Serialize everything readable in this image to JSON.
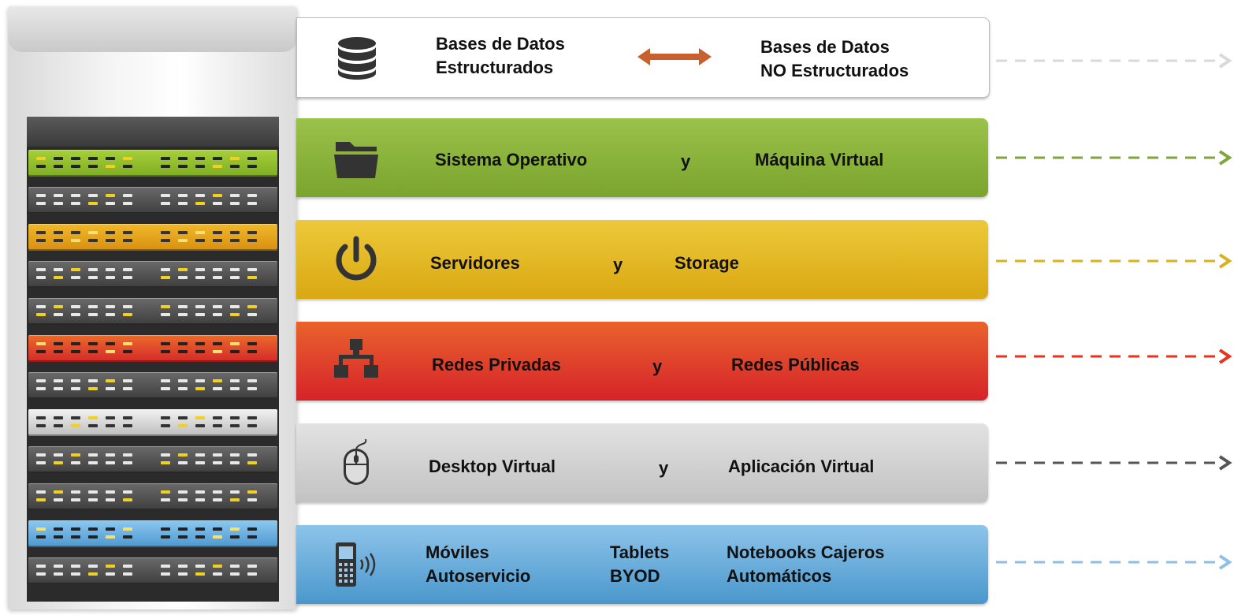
{
  "rows": [
    {
      "left": "Bases de Datos\nEstructurados",
      "right": "Bases de Datos\nNO Estructurados",
      "color": "#ffffff",
      "icon": "database-icon",
      "arrow_color": "#d9d9d9",
      "connector_color": "#c8602e"
    },
    {
      "left": "Sistema Operativo",
      "mid": "y",
      "right": "Máquina Virtual",
      "color": "#8ab43c",
      "icon": "folder-icon",
      "arrow_color": "#7fa63a"
    },
    {
      "left": "Servidores",
      "mid": "y",
      "right": "Storage",
      "color": "#e4bc1c",
      "icon": "power-icon",
      "arrow_color": "#d9b020"
    },
    {
      "left": "Redes Privadas",
      "mid": "y",
      "right": "Redes Públicas",
      "color": "#e2412a",
      "icon": "network-icon",
      "arrow_color": "#e8341e"
    },
    {
      "left": "Desktop Virtual",
      "mid": "y",
      "right": "Aplicación Virtual",
      "color": "#d4d4d4",
      "icon": "mouse-icon",
      "arrow_color": "#555555"
    },
    {
      "col1": "Móviles\nAutoservicio",
      "col2": "Tablets\nBYOD",
      "col3": "Notebooks Cajeros\nAutomáticos",
      "color": "#5fa8d8",
      "icon": "mobile-phone-icon",
      "arrow_color": "#8ebfe8"
    }
  ]
}
